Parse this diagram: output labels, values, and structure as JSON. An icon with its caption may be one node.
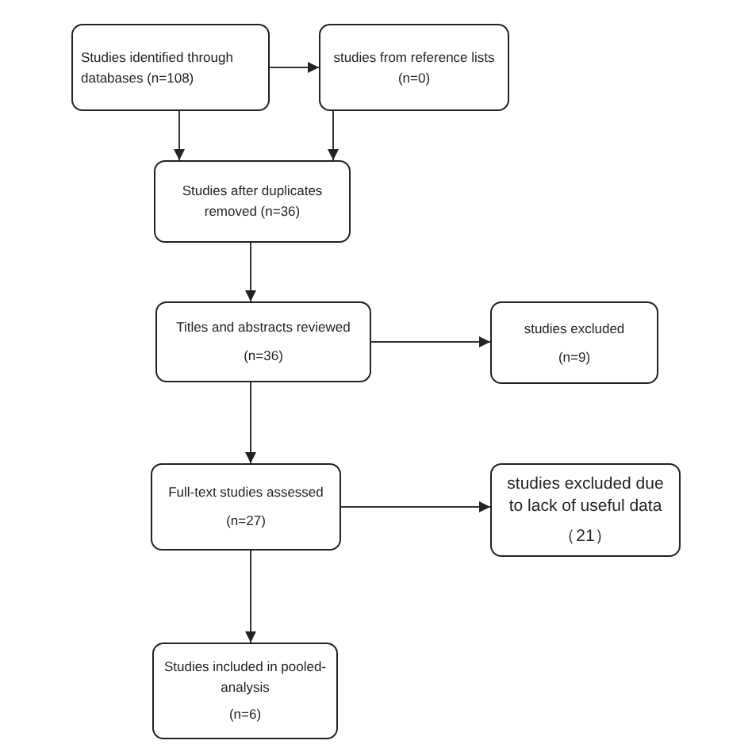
{
  "diagram": {
    "nodes": [
      {
        "text": [
          "Studies identified through databases (n=108)"
        ]
      },
      {
        "text": [
          "studies from reference lists (n=0)"
        ]
      },
      {
        "text": [
          "Studies after duplicates removed (n=36)"
        ]
      },
      {
        "text": [
          "Titles and abstracts reviewed",
          "(n=36)"
        ]
      },
      {
        "text": [
          "studies excluded",
          "(n=9)"
        ]
      },
      {
        "text": [
          "Full-text studies assessed",
          "(n=27)"
        ]
      },
      {
        "text": [
          "studies excluded due to lack of useful data",
          "（21）"
        ]
      },
      {
        "text": [
          "Studies included in pooled-analysis",
          "(n=6)"
        ]
      }
    ],
    "edges": [
      {
        "from": 0,
        "to": 1,
        "arrow": "to"
      },
      {
        "from": 0,
        "to": 2,
        "arrow": "to"
      },
      {
        "from": 1,
        "to": 2,
        "arrow": "to"
      },
      {
        "from": 2,
        "to": 3,
        "arrow": "to"
      },
      {
        "from": 3,
        "to": 4,
        "arrow": "to"
      },
      {
        "from": 3,
        "to": 5,
        "arrow": "to"
      },
      {
        "from": 5,
        "to": 6,
        "arrow": "to"
      },
      {
        "from": 5,
        "to": 7,
        "arrow": "to"
      }
    ]
  }
}
